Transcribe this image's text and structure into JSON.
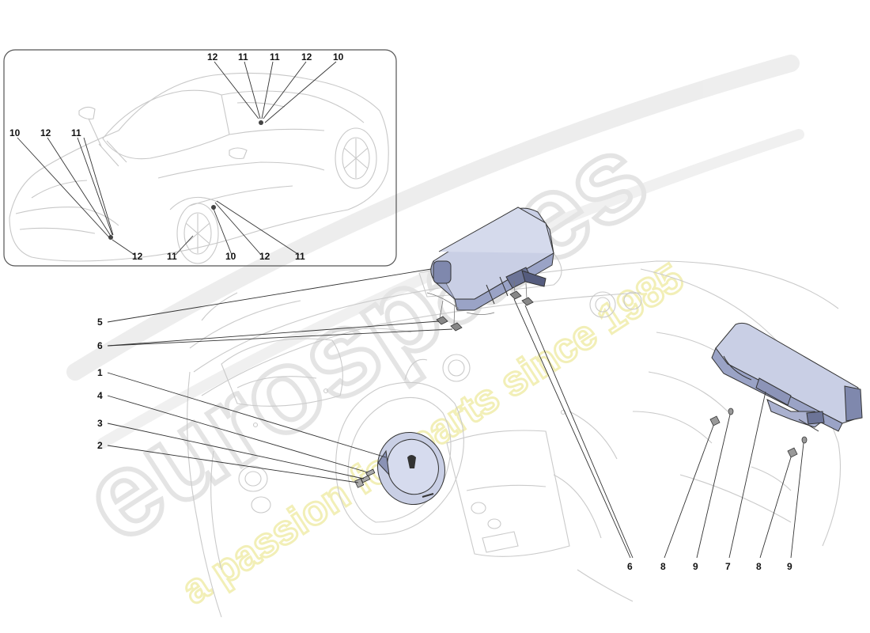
{
  "watermark": {
    "brand": "eurospares",
    "tagline": "a passion for parts since 1985"
  },
  "colors": {
    "line": "#c8c8c8",
    "ink": "#222222",
    "part_fill": "#c5cbe2",
    "part_dark": "#8a92b5",
    "wm_gray": "#e4e4e4",
    "wm_yellow": "#f4f1b4"
  },
  "inset_callouts": {
    "top_row": [
      "12",
      "11",
      "11",
      "12",
      "10"
    ],
    "left_row": [
      "10",
      "12",
      "11"
    ],
    "bottom_row": [
      "12",
      "11",
      "10",
      "12",
      "11"
    ]
  },
  "main_callouts": {
    "left_column": [
      "5",
      "6",
      "1",
      "4",
      "3",
      "2"
    ],
    "bottom_row": [
      "6",
      "8",
      "9",
      "7",
      "8",
      "9"
    ]
  }
}
